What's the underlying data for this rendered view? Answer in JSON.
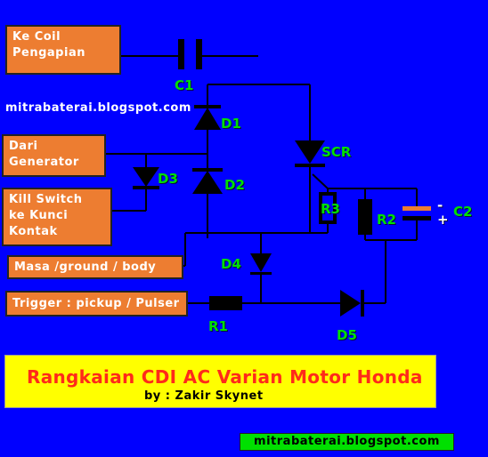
{
  "boxes": {
    "ke_coil": "Ke Coil\nPengapian",
    "dari_generator": "Dari\nGenerator",
    "kill_switch": "Kill Switch\nke Kunci\nKontak",
    "masa": "Masa /ground / body",
    "trigger": "Trigger : pickup / Pulser"
  },
  "components": {
    "c1": "C1",
    "d1": "D1",
    "d2": "D2",
    "d3": "D3",
    "d4": "D4",
    "d5": "D5",
    "scr": "SCR",
    "r1": "R1",
    "r2": "R2",
    "r3": "R3",
    "c2": "C2",
    "c2_minus": "-",
    "c2_plus": "+"
  },
  "watermark_top": "mitrabaterai.blogspot.com",
  "title_panel": {
    "title": "Rangkaian CDI AC Varian Motor Honda",
    "byline": "by : Zakir Skynet"
  },
  "watermark_bottom": "mitrabaterai.blogspot.com",
  "colors": {
    "background": "#0000ff",
    "box": "#ed7d31",
    "label": "#00e000",
    "title_bg": "#ffff00",
    "title_text": "#ff2a1a",
    "wire": "#000000"
  }
}
